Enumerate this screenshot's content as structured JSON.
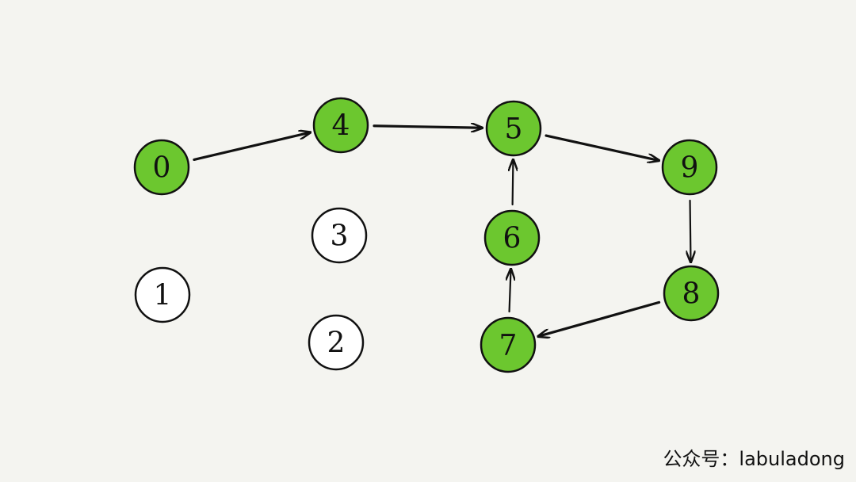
{
  "diagram": {
    "nodes": [
      {
        "id": "0",
        "label": "0",
        "visited": true
      },
      {
        "id": "1",
        "label": "1",
        "visited": false
      },
      {
        "id": "2",
        "label": "2",
        "visited": false
      },
      {
        "id": "3",
        "label": "3",
        "visited": false
      },
      {
        "id": "4",
        "label": "4",
        "visited": true
      },
      {
        "id": "5",
        "label": "5",
        "visited": true
      },
      {
        "id": "6",
        "label": "6",
        "visited": true
      },
      {
        "id": "7",
        "label": "7",
        "visited": true
      },
      {
        "id": "8",
        "label": "8",
        "visited": true
      },
      {
        "id": "9",
        "label": "9",
        "visited": true
      }
    ],
    "edges": [
      {
        "from": "0",
        "to": "4"
      },
      {
        "from": "4",
        "to": "5"
      },
      {
        "from": "5",
        "to": "9"
      },
      {
        "from": "9",
        "to": "8"
      },
      {
        "from": "8",
        "to": "7"
      },
      {
        "from": "7",
        "to": "6"
      },
      {
        "from": "6",
        "to": "5"
      }
    ],
    "colors": {
      "visited": "#6cc72f",
      "unvisited": "#ffffff",
      "stroke": "#111111",
      "background": "#f4f4f0"
    }
  },
  "watermark": "公众号：labuladong"
}
